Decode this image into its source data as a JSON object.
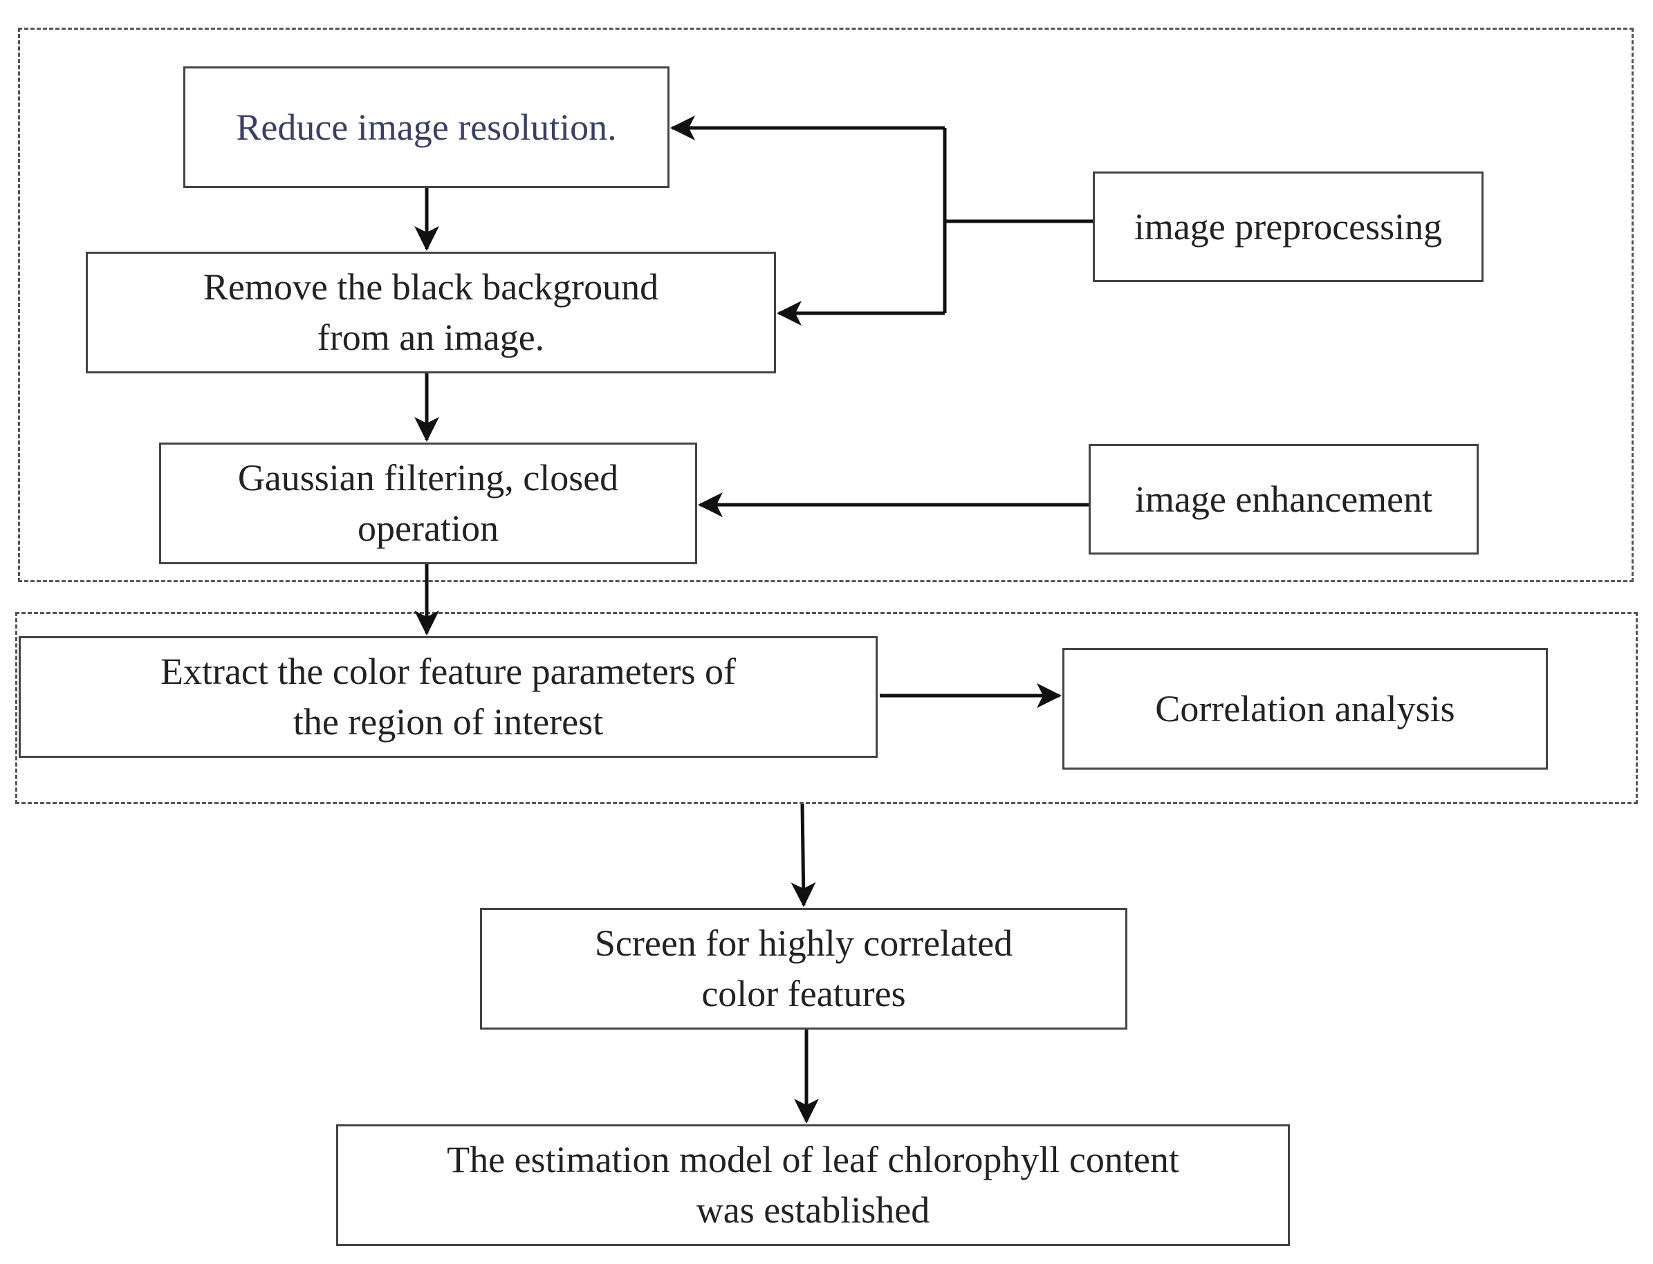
{
  "diagram": {
    "title": "",
    "colors": {
      "line": "#111111",
      "box_border": "#444444",
      "dash_border": "#555555",
      "first_step_text": "#3a3f66",
      "text": "#222222"
    },
    "nodes": {
      "reduce_resolution": "Reduce image resolution.",
      "remove_background": "Remove the black background\nfrom an image.",
      "gaussian_filtering": "Gaussian filtering, closed\noperation",
      "image_preprocessing": "image preprocessing",
      "image_enhancement": "image enhancement",
      "extract_color_features": "Extract the color feature parameters of\nthe region of interest",
      "correlation_analysis": "Correlation analysis",
      "screen_features": "Screen for highly correlated\ncolor features",
      "estimation_model": "The estimation model of leaf chlorophyll content\nwas established"
    },
    "edges": [
      {
        "from": "reduce_resolution",
        "to": "remove_background"
      },
      {
        "from": "remove_background",
        "to": "gaussian_filtering"
      },
      {
        "from": "image_preprocessing",
        "to": "reduce_resolution"
      },
      {
        "from": "image_preprocessing",
        "to": "remove_background"
      },
      {
        "from": "image_enhancement",
        "to": "gaussian_filtering"
      },
      {
        "from": "gaussian_filtering",
        "to": "extract_color_features"
      },
      {
        "from": "extract_color_features",
        "to": "correlation_analysis"
      },
      {
        "from": "feature_group",
        "to": "screen_features"
      },
      {
        "from": "screen_features",
        "to": "estimation_model"
      }
    ]
  }
}
